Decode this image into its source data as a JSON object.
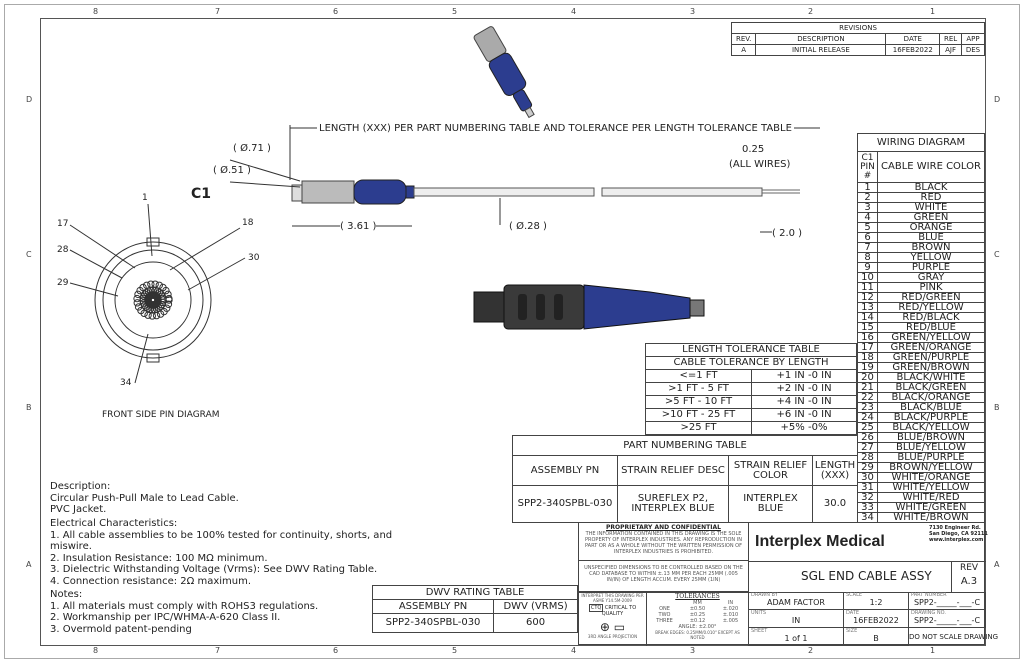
{
  "zones": {
    "cols": [
      "8",
      "7",
      "6",
      "5",
      "4",
      "3",
      "2",
      "1"
    ],
    "rows": [
      "D",
      "C",
      "B",
      "A"
    ]
  },
  "revisions": {
    "title": "REVISIONS",
    "headers": [
      "REV.",
      "DESCRIPTION",
      "DATE",
      "REL",
      "APP"
    ],
    "rows": [
      [
        "A",
        "INITIAL RELEASE",
        "16FEB2022",
        "AJF",
        "DES"
      ]
    ]
  },
  "drawing": {
    "length_note": "LENGTH (XXX) PER PART NUMBERING TABLE AND TOLERANCE PER LENGTH TOLERANCE TABLE",
    "dim_071": "( Ø.71 )",
    "dim_051": "( Ø.51 )",
    "dim_361": "( 3.61 )",
    "dim_028": "( Ø.28 )",
    "dim_025": "0.25",
    "all_wires": "(ALL WIRES)",
    "dim_20": "( 2.0 )",
    "c1": "C1",
    "pins": [
      "1",
      "17",
      "18",
      "28",
      "30",
      "29",
      "34"
    ],
    "front_label": "FRONT SIDE PIN DIAGRAM"
  },
  "wiring": {
    "title": "WIRING DIAGRAM",
    "h_pin": "C1 PIN #",
    "h_color": "CABLE WIRE COLOR",
    "rows": [
      [
        "1",
        "BLACK"
      ],
      [
        "2",
        "RED"
      ],
      [
        "3",
        "WHITE"
      ],
      [
        "4",
        "GREEN"
      ],
      [
        "5",
        "ORANGE"
      ],
      [
        "6",
        "BLUE"
      ],
      [
        "7",
        "BROWN"
      ],
      [
        "8",
        "YELLOW"
      ],
      [
        "9",
        "PURPLE"
      ],
      [
        "10",
        "GRAY"
      ],
      [
        "11",
        "PINK"
      ],
      [
        "12",
        "RED/GREEN"
      ],
      [
        "13",
        "RED/YELLOW"
      ],
      [
        "14",
        "RED/BLACK"
      ],
      [
        "15",
        "RED/BLUE"
      ],
      [
        "16",
        "GREEN/YELLOW"
      ],
      [
        "17",
        "GREEN/ORANGE"
      ],
      [
        "18",
        "GREEN/PURPLE"
      ],
      [
        "19",
        "GREEN/BROWN"
      ],
      [
        "20",
        "BLACK/WHITE"
      ],
      [
        "21",
        "BLACK/GREEN"
      ],
      [
        "22",
        "BLACK/ORANGE"
      ],
      [
        "23",
        "BLACK/BLUE"
      ],
      [
        "24",
        "BLACK/PURPLE"
      ],
      [
        "25",
        "BLACK/YELLOW"
      ],
      [
        "26",
        "BLUE/BROWN"
      ],
      [
        "27",
        "BLUE/YELLOW"
      ],
      [
        "28",
        "BLUE/PURPLE"
      ],
      [
        "29",
        "BROWN/YELLOW"
      ],
      [
        "30",
        "WHITE/ORANGE"
      ],
      [
        "31",
        "WHITE/YELLOW"
      ],
      [
        "32",
        "WHITE/RED"
      ],
      [
        "33",
        "WHITE/GREEN"
      ],
      [
        "34",
        "WHITE/BROWN"
      ]
    ]
  },
  "length_tol": {
    "title": "LENGTH TOLERANCE TABLE",
    "subtitle": "CABLE TOLERANCE BY LENGTH",
    "rows": [
      [
        "<=1 FT",
        "+1 IN -0 IN"
      ],
      [
        ">1 FT - 5 FT",
        "+2 IN -0 IN"
      ],
      [
        ">5 FT - 10 FT",
        "+4 IN -0 IN"
      ],
      [
        ">10 FT - 25 FT",
        "+6 IN -0 IN"
      ],
      [
        ">25 FT",
        "+5% -0%"
      ]
    ]
  },
  "part_table": {
    "title": "PART NUMBERING TABLE",
    "headers": [
      "ASSEMBLY PN",
      "STRAIN RELIEF DESC",
      "STRAIN RELIEF COLOR",
      "LENGTH (XXX)"
    ],
    "rows": [
      [
        "SPP2-340SPBL-030",
        "SUREFLEX P2, INTERPLEX BLUE",
        "INTERPLEX BLUE",
        "30.0"
      ]
    ]
  },
  "dwv": {
    "title": "DWV RATING TABLE",
    "headers": [
      "ASSEMBLY PN",
      "DWV (VRMS)"
    ],
    "rows": [
      [
        "SPP2-340SPBL-030",
        "600"
      ]
    ]
  },
  "notes": {
    "description": [
      "Description:",
      "Circular Push-Pull Male to Lead Cable.",
      "PVC Jacket."
    ],
    "electrical": [
      "Electrical Characteristics:",
      "1. All cable assemblies to be 100% tested for continuity, shorts, and",
      "miswire.",
      "2. Insulation Resistance: 100 MΩ minimum.",
      "3. Dielectric Withstanding Voltage (Vrms): See DWV Rating Table.",
      "4. Connection resistance: 2Ω maximum."
    ],
    "notes": [
      "Notes:",
      "1. All materials must comply with ROHS3 regulations.",
      "2. Workmanship per IPC/WHMA-A-620 Class II.",
      "3. Overmold patent-pending"
    ]
  },
  "title_block": {
    "prop_title": "PROPRIETARY AND CONFIDENTIAL",
    "prop_text": "THE INFORMATION CONTAINED IN THIS DRAWING IS THE SOLE PROPERTY OF INTERPLEX INDUSTRIES. ANY REPRODUCTION IN PART OR AS A WHOLE WITHOUT THE WRITTEN PERMISSION OF INTERPLEX INDUSTRIES IS PROHIBITED.",
    "unspec": "UNSPECIFIED DIMENSIONS TO BE CONTROLLED BASED ON THE CAD DATABASE TO WITHIN ±.13 MM PER EACH 25MM (.005 IN/IN) OF LENGTH ACCUM. EVERY 25MM (1IN)",
    "company": "Interplex Medical",
    "address": [
      "7130 Engineer Rd.",
      "San Diego, CA 92111",
      "www.interplex.com"
    ],
    "title": "SGL END CABLE ASSY",
    "rev_label": "REV",
    "rev": "A.3",
    "asme": "INTERPRET THIS DRAWING PER ASME Y14.5M-2009",
    "ctq": "CTQ",
    "ctq_text": "CRITICAL TO QUALITY",
    "projection": "3RD ANGLE PROJECTION",
    "tol_title": "TOLERANCES",
    "tol_rows": [
      [
        "",
        "MM",
        "IN"
      ],
      [
        "ONE",
        "±0.50",
        "±.020"
      ],
      [
        "TWO",
        "±0.25",
        "±.010"
      ],
      [
        "THREE",
        "±0.12",
        "±.005"
      ]
    ],
    "tol_angle": "ANGLE: ±2.00°",
    "tol_break": "BREAK EDGES: 0.25MM/0.010\" EXCEPT AS NOTED",
    "drawn_by_label": "DRAWN BY",
    "drawn_by": "ADAM FACTOR",
    "scale_label": "SCALE",
    "scale": "1:2",
    "part_label": "PART NUMBER",
    "part": "SPP2-_____-___-C",
    "units_label": "UNITS",
    "units": "IN",
    "date_label": "DATE",
    "date": "16FEB2022",
    "dwg_label": "DRAWING NO.",
    "dwg": "SPP2-_____-___-C",
    "sheet_label": "SHEET",
    "sheet": "1 of 1",
    "size_label": "SIZE",
    "size": "B",
    "dns": "DO NOT SCALE DRAWING"
  },
  "colors": {
    "overmold_blue": "#2c3d8f",
    "connector_gray": "#9a9a9a",
    "line": "#333333"
  }
}
